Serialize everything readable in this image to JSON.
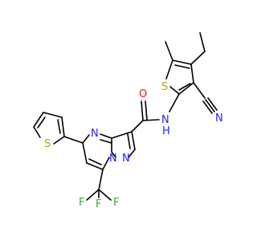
{
  "molecule": {
    "atom_labels": {
      "S_thiophene_right": "S",
      "N_cyano": "N",
      "N_amide": "N",
      "H_amide": "H",
      "O_carbonyl": "O",
      "N_pyrimidine": "N",
      "N_bridge": "N",
      "N_pyrazole": "N",
      "S_thiophene_left": "S",
      "F_top": "F",
      "F_left": "F",
      "F_right": "F"
    },
    "colors": {
      "bond": "#000000",
      "carbon": "#000000",
      "nitrogen": "#1f1fff",
      "oxygen": "#ff0d0d",
      "sulfur": "#b8a200",
      "fluorine": "#33aa33"
    }
  }
}
